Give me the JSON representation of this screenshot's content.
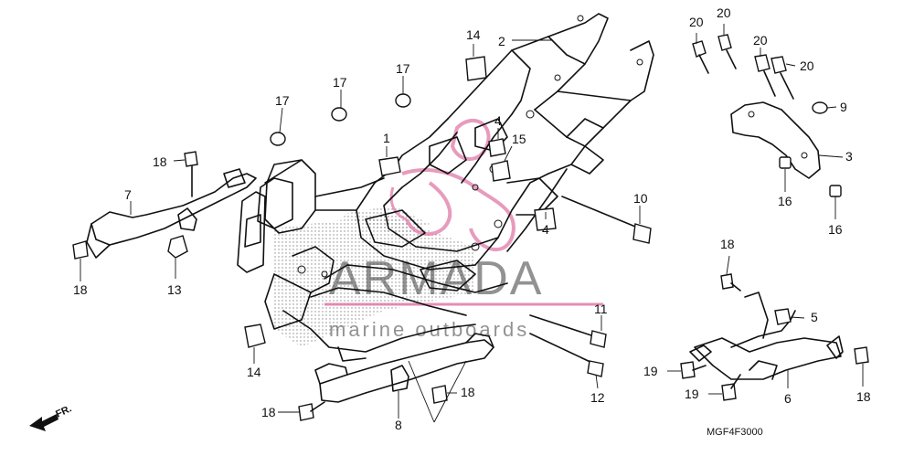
{
  "diagram": {
    "callouts": [
      "1",
      "2",
      "3",
      "4",
      "4",
      "5",
      "6",
      "7",
      "8",
      "9",
      "10",
      "11",
      "12",
      "13",
      "14",
      "14",
      "15",
      "16",
      "16",
      "17",
      "17",
      "17",
      "18",
      "18",
      "18",
      "18",
      "18",
      "18",
      "19",
      "19",
      "20",
      "20",
      "20",
      "20"
    ],
    "direction_label": "FR.",
    "figure_code": "MGF4F3000"
  },
  "watermark": {
    "brand": "ARMADA",
    "tagline": "marine outboards",
    "brand_color": "#e07aa8"
  }
}
